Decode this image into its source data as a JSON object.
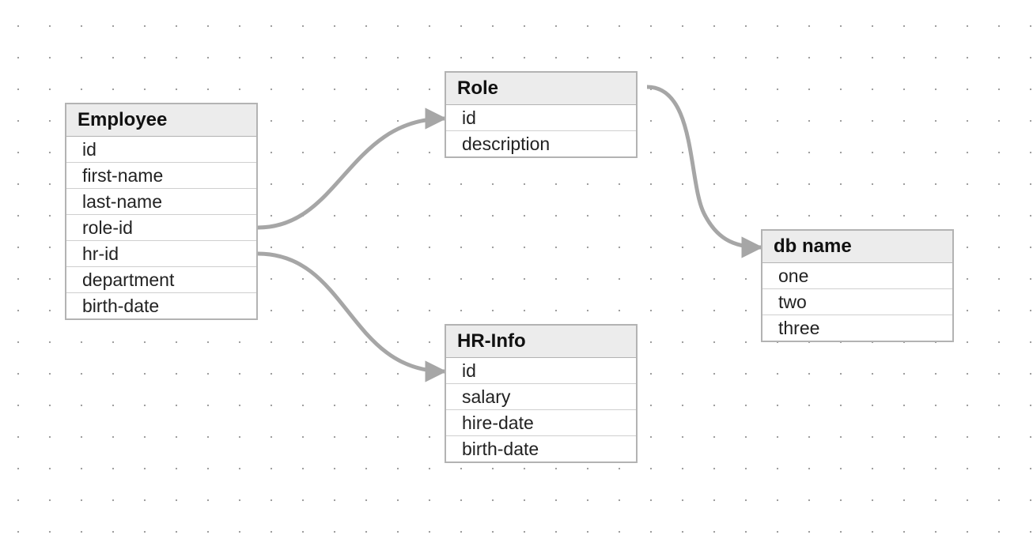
{
  "colors": {
    "canvas_background": "#ffffff",
    "grid_dot": "#9a9a9a",
    "table_border": "#b3b3b3",
    "header_fill": "#ececec",
    "connector": "#a6a6a6"
  },
  "tables": {
    "employee": {
      "title": "Employee",
      "fields": [
        "id",
        "first-name",
        "last-name",
        "role-id",
        "hr-id",
        "department",
        "birth-date"
      ]
    },
    "role": {
      "title": "Role",
      "fields": [
        "id",
        "description"
      ]
    },
    "db_name": {
      "title": "db name",
      "fields": [
        "one",
        "two",
        "three"
      ]
    },
    "hr_info": {
      "title": "HR-Info",
      "fields": [
        "id",
        "salary",
        "hire-date",
        "birth-date"
      ]
    }
  },
  "connectors": [
    {
      "from_table": "employee",
      "from_field": "role-id",
      "to_table": "role",
      "to_field": "id"
    },
    {
      "from_table": "employee",
      "from_field": "hr-id",
      "to_table": "hr_info",
      "to_field": "id"
    },
    {
      "from_table": "role",
      "from_field": "header",
      "to_table": "db_name",
      "to_field": "header"
    }
  ]
}
